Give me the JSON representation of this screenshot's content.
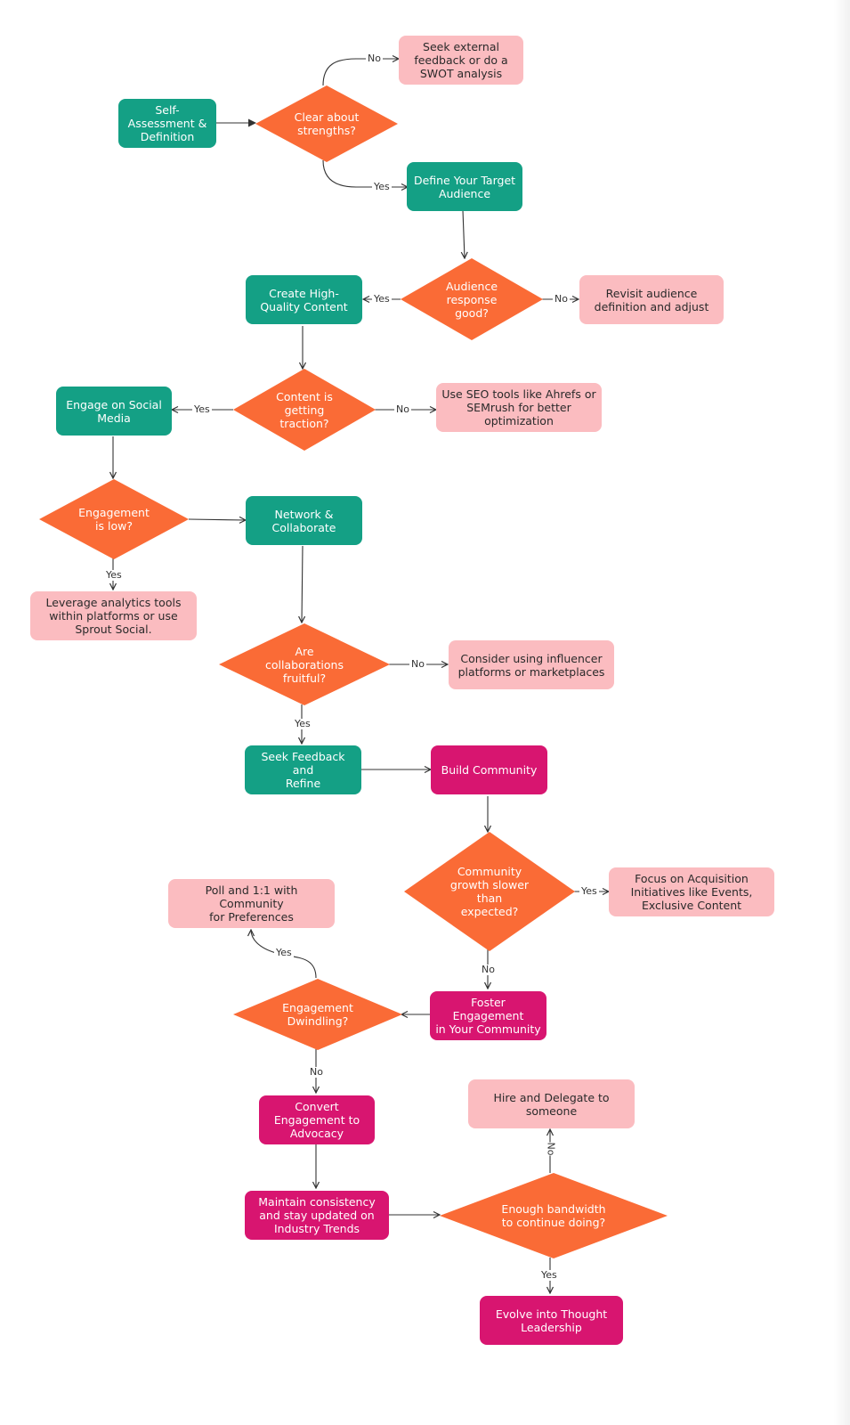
{
  "nodes": {
    "self_assessment": "Self-\nAssessment &\nDefinition",
    "clear_strengths": "Clear about\nstrengths?",
    "seek_external": "Seek external\nfeedback or do a\nSWOT analysis",
    "define_audience": "Define Your Target\nAudience",
    "audience_response": "Audience\nresponse\ngood?",
    "revisit_audience": "Revisit audience\ndefinition and adjust",
    "create_content": "Create High-\nQuality Content",
    "content_traction": "Content is\ngetting\ntraction?",
    "seo_tools": "Use SEO tools like Ahrefs or\nSEMrush for better\noptimization",
    "engage_social": "Engage on Social\nMedia",
    "engagement_low": "Engagement\nis low?",
    "leverage_analytics": "Leverage analytics tools\nwithin platforms or use\nSprout Social.",
    "network_collaborate": "Network &\nCollaborate",
    "collab_fruitful": "Are\ncollaborations\nfruitful?",
    "influencer_platforms": "Consider using influencer\nplatforms or marketplaces",
    "seek_feedback": "Seek Feedback and\nRefine",
    "build_community": "Build Community",
    "community_growth": "Community\ngrowth slower\nthan\nexpected?",
    "focus_acquisition": "Focus on Acquisition\nInitiatives like Events,\nExclusive Content",
    "poll_community": "Poll and 1:1 with Community\nfor Preferences",
    "engagement_dwindling": "Engagement\nDwindling?",
    "foster_engagement": "Foster Engagement\nin Your Community",
    "convert_advocacy": "Convert\nEngagement to\nAdvocacy",
    "maintain_consistency": "Maintain consistency\nand stay updated on\nIndustry Trends",
    "enough_bandwidth": "Enough bandwidth\nto continue doing?",
    "hire_delegate": "Hire and Delegate to\nsomeone",
    "thought_leadership": "Evolve into Thought\nLeadership"
  },
  "labels": {
    "strengths_no": "No",
    "strengths_yes": "Yes",
    "audience_yes": "Yes",
    "audience_no": "No",
    "traction_yes": "Yes",
    "traction_no": "No",
    "engagement_yes": "Yes",
    "collab_no": "No",
    "collab_yes": "Yes",
    "growth_yes": "Yes",
    "growth_no": "No",
    "dwindling_yes": "Yes",
    "dwindling_no": "No",
    "bandwidth_no": "No",
    "bandwidth_yes": "Yes"
  },
  "colors": {
    "teal": "#14a085",
    "magenta": "#d81570",
    "orange": "#fa6b36",
    "pink": "#fbbcc0",
    "arrow": "#333333"
  }
}
